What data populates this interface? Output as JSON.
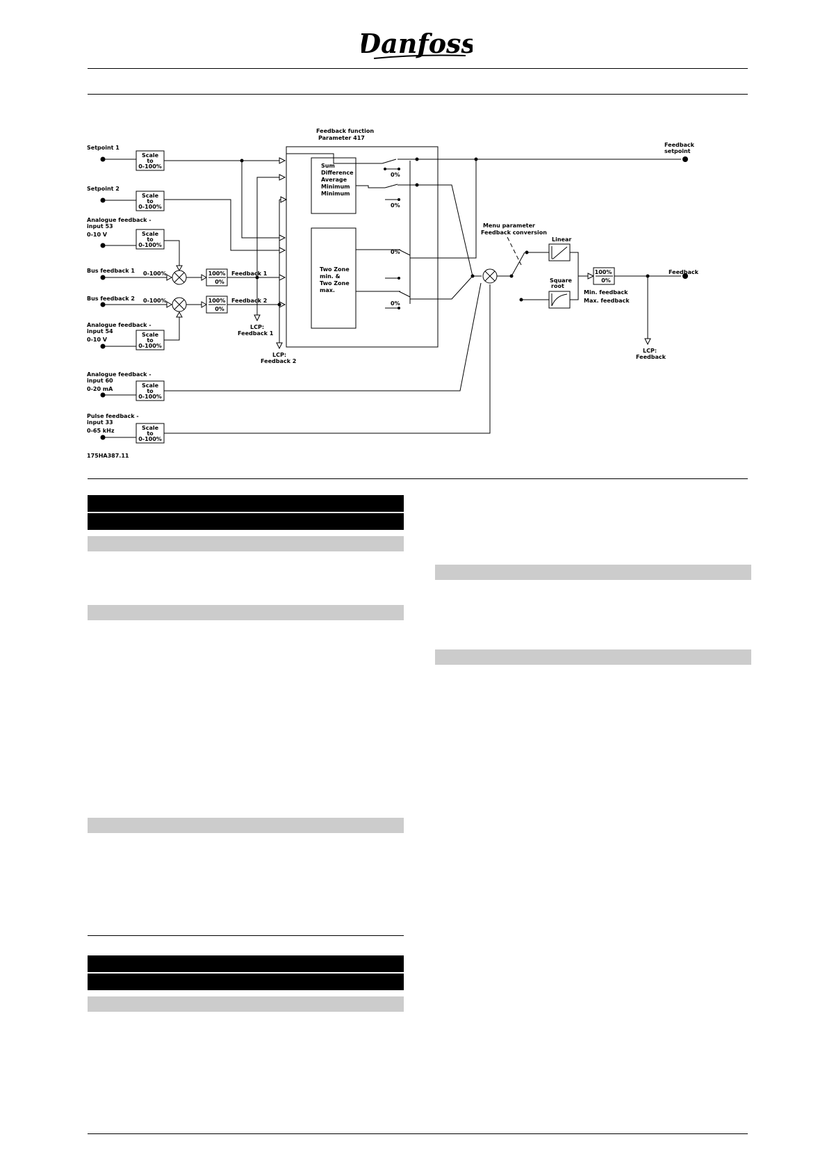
{
  "header": {
    "logo_text": "Danfoss"
  },
  "diagram": {
    "title_line1": "Feedback function",
    "title_line2": "Parameter 417",
    "inputs": {
      "setpoint1": "Setpoint 1",
      "setpoint2": "Setpoint 2",
      "af53_l1": "Analogue feedback -",
      "af53_l2": "input 53",
      "af53_l3": "0-10 V",
      "bus1": "Bus feedback 1",
      "bus2": "Bus feedback 2",
      "af54_l1": "Analogue feedback -",
      "af54_l2": "input 54",
      "af54_l3": "0-10 V",
      "af60_l1": "Analogue feedback -",
      "af60_l2": "input 60",
      "af60_l3": "0-20 mA",
      "pulse_l1": "Pulse feedback -",
      "pulse_l2": "input 33",
      "pulse_l3": "0-65 kHz"
    },
    "scale": {
      "l1": "Scale",
      "l2": "to",
      "l3": "0-100%"
    },
    "range_label": "0-100%",
    "limit_hi": "100%",
    "limit_lo": "0%",
    "feedback1": "Feedback 1",
    "feedback2": "Feedback 2",
    "lcp": "LCP:",
    "lcp_fb1": "Feedback 1",
    "lcp_fb2": "Feedback 2",
    "func_sum": "Sum",
    "func_diff": "Difference",
    "func_avg": "Average",
    "func_min1": "Minimum",
    "func_min2": "Minimum",
    "tz_l1": "Two Zone",
    "tz_l2": "min. &",
    "tz_l3": "Two Zone",
    "tz_l4": "max.",
    "zero": "0%",
    "menu_l1": "Menu parameter",
    "menu_l2": "Feedback conversion",
    "linear": "Linear",
    "square_l1": "Square",
    "square_l2": "root",
    "minfb": "Min. feedback",
    "maxfb": "Max. feedback",
    "out_fb_sp_l1": "Feedback",
    "out_fb_sp_l2": "setpoint",
    "out_fb": "Feedback",
    "lcp_out": "Feedback",
    "ref": "175HA387.11"
  }
}
